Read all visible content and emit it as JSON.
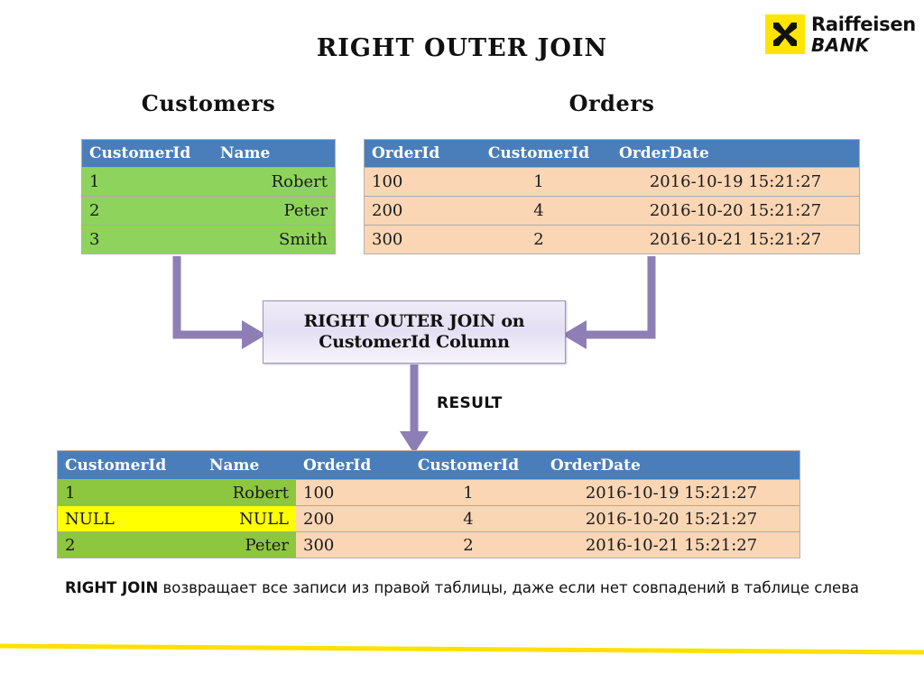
{
  "brand": {
    "logo_line1": "Raiffeisen",
    "logo_line2": "BANK",
    "logo_bg": "#ffe500",
    "logo_fg": "#111111"
  },
  "slide": {
    "title": "RIGHT OUTER JOIN",
    "accent_blue": "#4a7ebb",
    "accent_green": "#8ed45c",
    "accent_peach": "#fad6b4",
    "accent_yellow": "#ffff00",
    "accent_purple": "#8d7fb5",
    "rule_color": "#ffe000"
  },
  "customers": {
    "title": "Customers",
    "columns": [
      "CustomerId",
      "Name"
    ],
    "rows": [
      [
        "1",
        "Robert"
      ],
      [
        "2",
        "Peter"
      ],
      [
        "3",
        "Smith"
      ]
    ]
  },
  "orders": {
    "title": "Orders",
    "columns": [
      "OrderId",
      "CustomerId",
      "OrderDate"
    ],
    "rows": [
      [
        "100",
        "1",
        "2016-10-19 15:21:27"
      ],
      [
        "200",
        "4",
        "2016-10-20 15:21:27"
      ],
      [
        "300",
        "2",
        "2016-10-21 15:21:27"
      ]
    ]
  },
  "join_box": {
    "line1": "RIGHT OUTER JOIN on",
    "line2": "CustomerId Column"
  },
  "result_arrow_label": "RESULT",
  "result": {
    "columns": [
      "CustomerId",
      "Name",
      "OrderId",
      "CustomerId",
      "OrderDate"
    ],
    "rows": [
      [
        "1",
        "Robert",
        "100",
        "1",
        "2016-10-19 15:21:27"
      ],
      [
        "NULL",
        "NULL",
        "200",
        "4",
        "2016-10-20 15:21:27"
      ],
      [
        "2",
        "Peter",
        "300",
        "2",
        "2016-10-21 15:21:27"
      ]
    ]
  },
  "caption": {
    "keyword": "RIGHT JOIN",
    "text": "  возвращает все записи из правой таблицы, даже если нет совпадений в таблице слева"
  }
}
